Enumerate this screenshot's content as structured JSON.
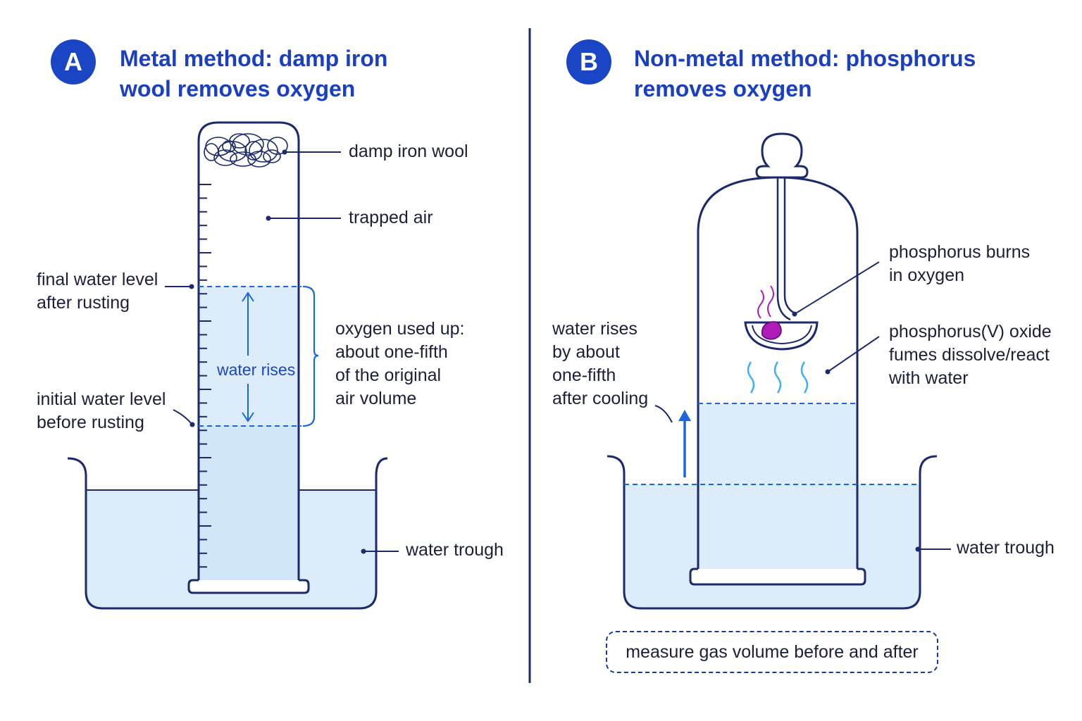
{
  "panel_a": {
    "badge": "A",
    "title_line1": "Metal method: damp iron",
    "title_line2": "wool removes oxygen",
    "labels": {
      "iron_wool": "damp iron wool",
      "trapped_air": "trapped air",
      "final_level_1": "final water level",
      "final_level_2": "after rusting",
      "initial_level_1": "initial water level",
      "initial_level_2": "before rusting",
      "water_rises": "water rises",
      "oxygen_1": "oxygen used up:",
      "oxygen_2": "about one-fifth",
      "oxygen_3": "of the original",
      "oxygen_4": "air volume",
      "trough": "water trough"
    }
  },
  "panel_b": {
    "badge": "B",
    "title_line1": "Non-metal method: phosphorus",
    "title_line2": "removes oxygen",
    "labels": {
      "burns_1": "phosphorus burns",
      "burns_2": "in oxygen",
      "oxide_1": "phosphorus(V) oxide",
      "oxide_2": "fumes dissolve/react",
      "oxide_3": "with water",
      "rises_1": "water rises",
      "rises_2": "by about",
      "rises_3": "one-fifth",
      "rises_4": "after cooling",
      "trough": "water trough"
    },
    "note": "measure gas volume before and after"
  },
  "colors": {
    "outline": "#1a2a6c",
    "water": "#dcecfb",
    "title": "#1a3fc0",
    "accent": "#1a66dd",
    "phosphorus": "#b01ab8",
    "fumes": "#3fb0f0"
  }
}
